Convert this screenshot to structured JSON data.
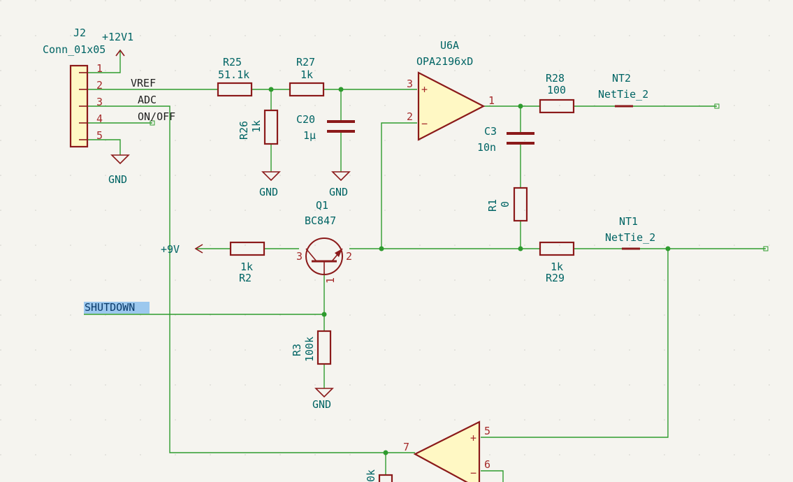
{
  "colors": {
    "background": "#f5f4ef",
    "wire": "#2e9b2e",
    "component": "#8b1a1a",
    "component_fill": "#fff8c4",
    "reference": "#006464",
    "pin": "#a52a2a",
    "label_highlight": "#9cc8ee"
  },
  "connector": {
    "ref": "J2",
    "value": "Conn_01x05",
    "pins": [
      "1",
      "2",
      "3",
      "4",
      "5"
    ],
    "net_labels": [
      "VREF",
      "ADC",
      "ON/OFF"
    ]
  },
  "power": {
    "v12": "+12V1",
    "v9": "+9V",
    "gnd": "GND"
  },
  "global_label": "SHUTDOWN",
  "resistors": {
    "r25": {
      "ref": "R25",
      "value": "51.1k"
    },
    "r27": {
      "ref": "R27",
      "value": "1k"
    },
    "r26": {
      "ref": "R26",
      "value": "1k"
    },
    "r28": {
      "ref": "R28",
      "value": "100"
    },
    "r1": {
      "ref": "R1",
      "value": "0"
    },
    "r2": {
      "ref": "R2",
      "value": "1k"
    },
    "r29": {
      "ref": "R29",
      "value": "1k"
    },
    "r3": {
      "ref": "R3",
      "value": "100k"
    },
    "rbottom": {
      "value_partial": "0k"
    }
  },
  "capacitors": {
    "c20": {
      "ref": "C20",
      "value": "1µ"
    },
    "c3": {
      "ref": "C3",
      "value": "10n"
    }
  },
  "opamp": {
    "ref": "U6A",
    "value": "OPA2196xD",
    "pins": {
      "noninv": "3",
      "inv": "2",
      "out": "1"
    },
    "plus": "+",
    "minus": "−"
  },
  "opamp_b": {
    "pins": {
      "noninv": "5",
      "inv": "6",
      "out": "7"
    },
    "plus": "+",
    "minus": "−"
  },
  "transistor": {
    "ref": "Q1",
    "value": "BC847",
    "pins": {
      "c": "3",
      "e": "2",
      "b": "1"
    }
  },
  "netties": {
    "nt2": {
      "ref": "NT2",
      "value": "NetTie_2"
    },
    "nt1": {
      "ref": "NT1",
      "value": "NetTie_2"
    }
  }
}
